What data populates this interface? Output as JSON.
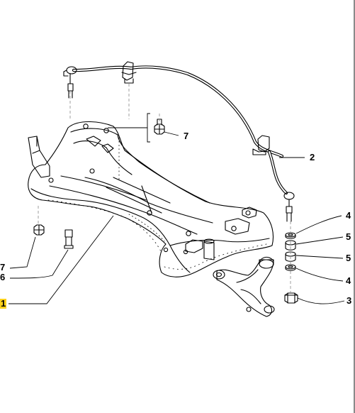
{
  "callouts": {
    "c1": "1",
    "c2": "2",
    "c3": "3",
    "c4a": "4",
    "c4b": "4",
    "c5a": "5",
    "c5b": "5",
    "c6": "6",
    "c7a": "7",
    "c7b": "7"
  },
  "colors": {
    "stroke": "#000000",
    "dash": "#888888",
    "highlight": "#ffd21a",
    "background": "#ffffff"
  }
}
